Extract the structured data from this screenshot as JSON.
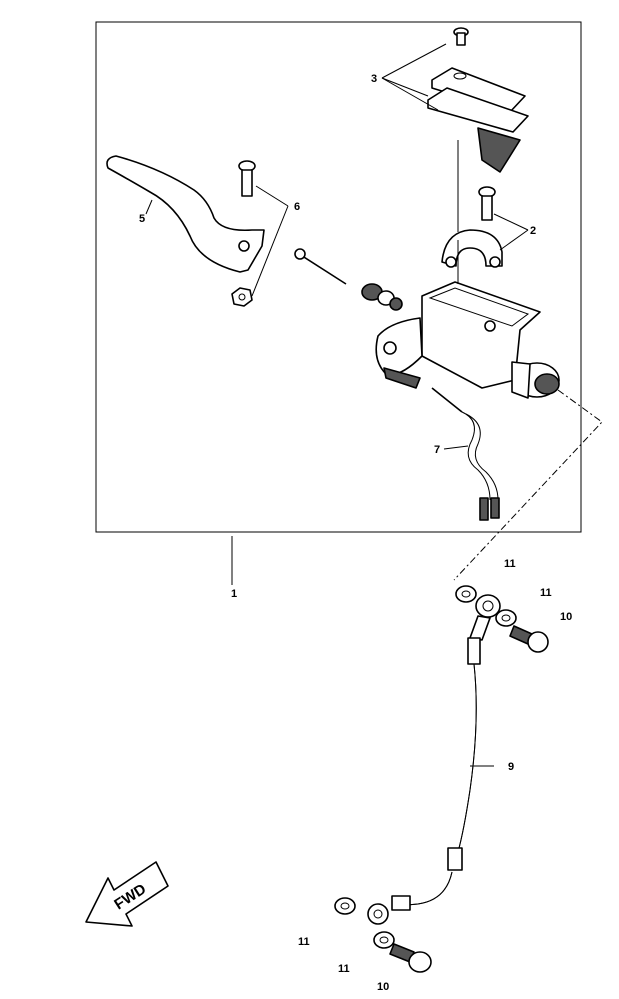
{
  "labels": {
    "p1": "1",
    "p2": "2",
    "p3": "3",
    "p5": "5",
    "p6": "6",
    "p7": "7",
    "p9": "9",
    "p10a": "10",
    "p10b": "10",
    "p11a": "11",
    "p11b": "11",
    "p11c": "11",
    "p11d": "11"
  },
  "fwd_label": "FWD"
}
